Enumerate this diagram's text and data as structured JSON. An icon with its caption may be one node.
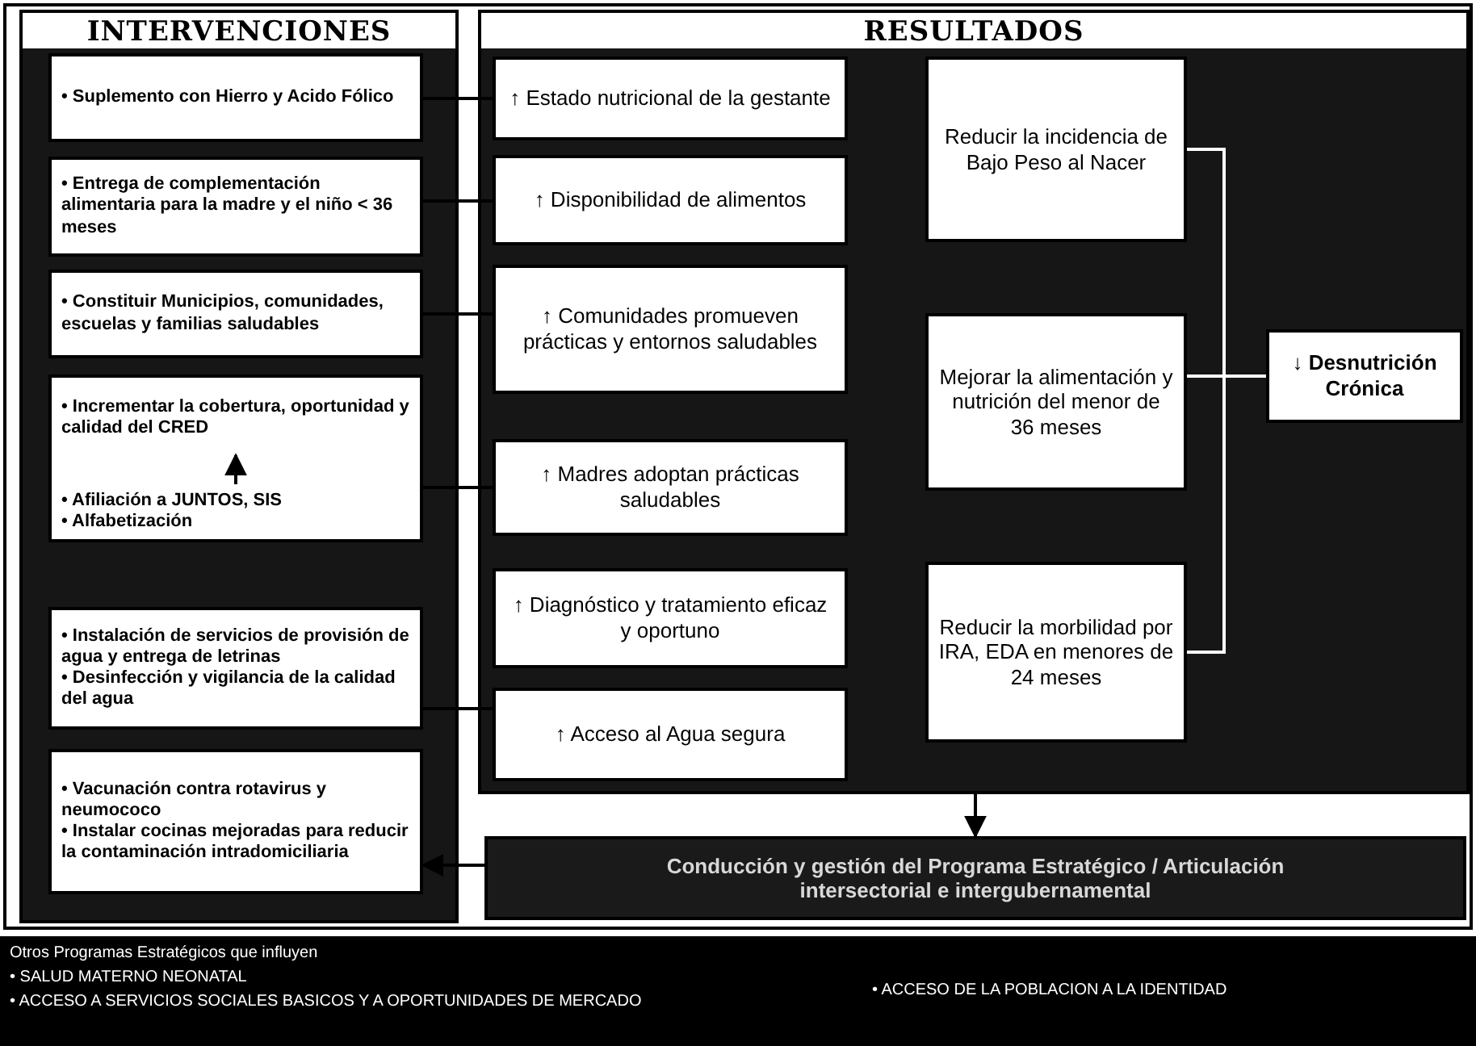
{
  "diagram": {
    "nodes": [
      {
        "text": [
          "INTERVENCIONES"
        ]
      },
      {
        "text": [
          "• Suplemento con Hierro y Acido Fólico"
        ],
        "in": 0
      },
      {
        "text": [
          "• Entrega de complementación alimentaria para la madre y el niño < 36 meses"
        ],
        "in": 0
      },
      {
        "text": [
          "• Constituir Municipios, comunidades, escuelas y familias saludables"
        ],
        "in": 0
      },
      {
        "text": [],
        "shape": "box",
        "in": 0
      },
      {
        "text": [
          "• Incrementar la cobertura, oportunidad y calidad del CRED"
        ],
        "in": 4
      },
      {
        "text": [
          "• Afiliación a JUNTOS, SIS",
          "• Alfabetización"
        ],
        "in": 4
      },
      {
        "text": [
          "• Instalación de servicios de provisión de agua y entrega de letrinas",
          "• Desinfección y vigilancia de la calidad del agua"
        ],
        "in": 0
      },
      {
        "text": [
          "• Vacunación contra rotavirus y neumococo",
          "• Instalar cocinas mejoradas para reducir la contaminación intradomiciliaria"
        ],
        "in": 0
      },
      {
        "text": [
          "RESULTADOS"
        ]
      },
      {
        "text": [
          "↑ Estado nutricional de la gestante"
        ],
        "in": 9
      },
      {
        "text": [
          "↑ Disponibilidad de alimentos"
        ],
        "in": 9
      },
      {
        "text": [
          "↑ Comunidades promueven prácticas y entornos saludables"
        ],
        "in": 9
      },
      {
        "text": [
          "↑ Madres adoptan prácticas saludables"
        ],
        "in": 9
      },
      {
        "text": [
          "↑ Diagnóstico y tratamiento eficaz y oportuno"
        ],
        "in": 9
      },
      {
        "text": [
          "↑ Acceso al Agua segura"
        ],
        "in": 9
      },
      {
        "text": [
          "Reducir la incidencia de Bajo Peso al Nacer"
        ],
        "in": 9
      },
      {
        "text": [
          "Mejorar la alimentación y nutrición del menor de 36 meses"
        ],
        "in": 9
      },
      {
        "text": [
          "Reducir la morbilidad por IRA, EDA en menores de 24 meses"
        ],
        "in": 9
      },
      {
        "text": [
          "↓ Desnutrición Crónica"
        ],
        "in": 9
      },
      {
        "text": [
          "Conducción y gestión del Programa Estratégico / Articulación intersectorial e intergubernamental"
        ]
      },
      {
        "text": [
          "Otros Programas Estratégicos que influyen",
          "• SALUD MATERNO NEONATAL",
          "• ACCESO A SERVICIOS SOCIALES BASICOS Y A OPORTUNIDADES DE MERCADO",
          "• ACCESO DE LA POBLACION A LA IDENTIDAD"
        ]
      }
    ],
    "edges": [
      {
        "from": 1,
        "to": 10,
        "arrow": "none"
      },
      {
        "from": 2,
        "to": 11,
        "arrow": "none"
      },
      {
        "from": 3,
        "to": 12,
        "arrow": "none"
      },
      {
        "from": 4,
        "to": 13,
        "arrow": "none"
      },
      {
        "from": 7,
        "to": 15,
        "arrow": "none"
      },
      {
        "from": 6,
        "to": 5,
        "arrow": "to"
      },
      {
        "from": 16,
        "to": 19,
        "arrow": "none",
        "color": "#ffffff"
      },
      {
        "from": 17,
        "to": 19,
        "arrow": "none",
        "color": "#ffffff"
      },
      {
        "from": 18,
        "to": 19,
        "arrow": "none",
        "color": "#ffffff"
      },
      {
        "from": 9,
        "to": 20,
        "arrow": "to"
      },
      {
        "from": 20,
        "to": 8,
        "arrow": "to"
      }
    ]
  }
}
